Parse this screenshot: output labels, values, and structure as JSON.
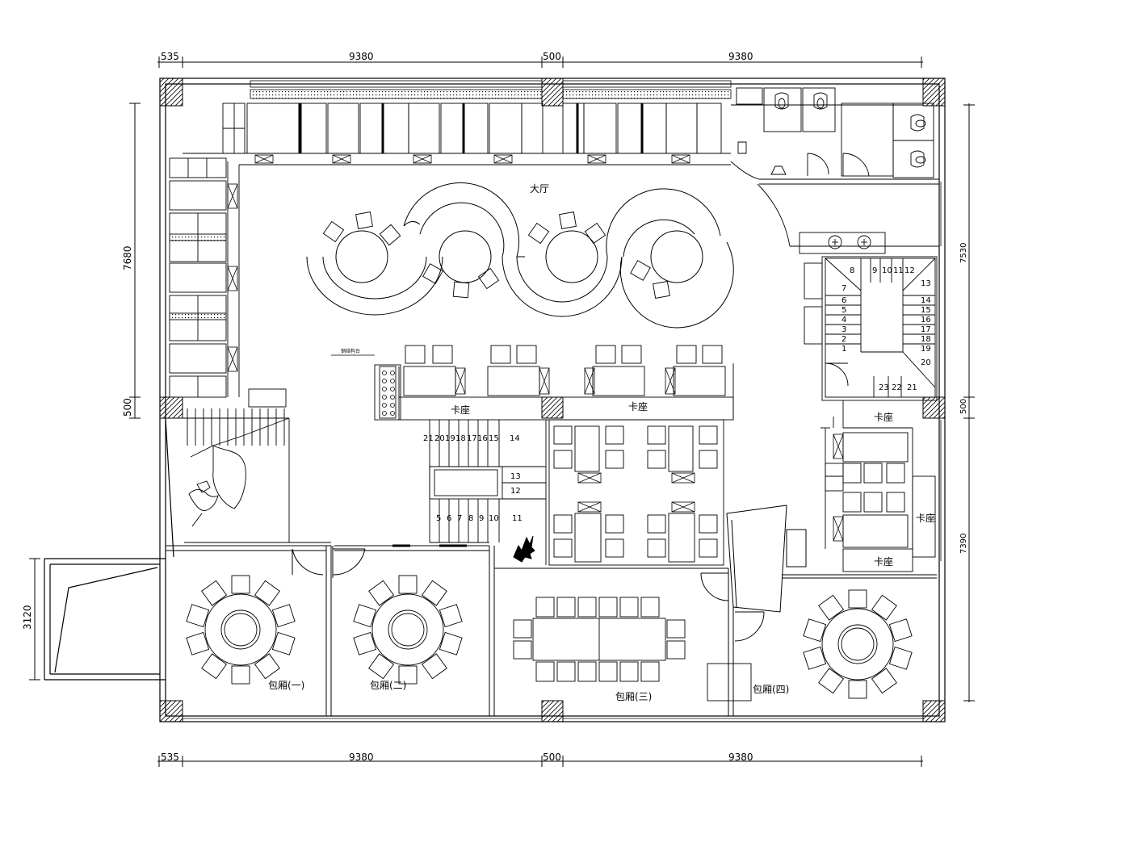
{
  "dimensions": {
    "top": [
      "535",
      "9380",
      "500",
      "9380"
    ],
    "bottom": [
      "535",
      "9380",
      "500",
      "9380"
    ],
    "left": [
      "7680",
      "500",
      "3120"
    ],
    "right": [
      "7530",
      "500",
      "7390"
    ]
  },
  "rooms": {
    "hall": "大厅",
    "booth_center_left": "卡座",
    "booth_center_right": "卡座",
    "booth_right_top": "卡座",
    "booth_right_mid": "卡座",
    "booth_right_bottom": "卡座",
    "private_1": "包厢(一)",
    "private_2": "包厢(二)",
    "private_3": "包厢(三)",
    "private_4": "包厢(四)",
    "counter_note": "钢结构台"
  },
  "stair_right": {
    "top": [
      "8",
      "9",
      "10",
      "11",
      "12"
    ],
    "left_col": [
      "7",
      "6",
      "5",
      "4",
      "3",
      "2",
      "1"
    ],
    "right_col": [
      "13",
      "14",
      "15",
      "16",
      "17",
      "18",
      "19",
      "20"
    ],
    "bottom": [
      "23",
      "22",
      "21"
    ]
  },
  "stair_center": {
    "top_row": [
      "21",
      "20",
      "19",
      "18",
      "17",
      "16",
      "15",
      "14"
    ],
    "mid": [
      "13",
      "12"
    ],
    "bottom_row": [
      "5",
      "6",
      "7",
      "8",
      "9",
      "10",
      "11"
    ]
  }
}
